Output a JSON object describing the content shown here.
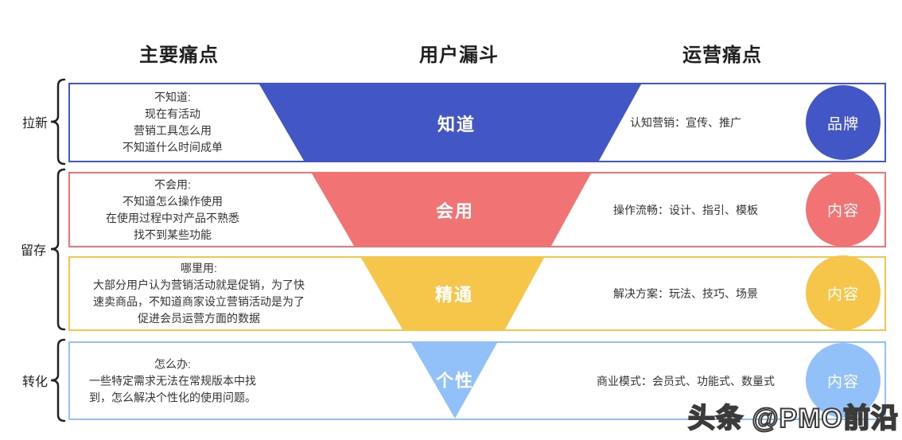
{
  "headers": {
    "main_pain": "主要痛点",
    "funnel": "用户漏斗",
    "ops_pain": "运营痛点"
  },
  "stages": [
    {
      "label": "拉新"
    },
    {
      "label": "留存"
    },
    {
      "label": "转化"
    }
  ],
  "rows": [
    {
      "pain": "不知道:\n现在有活动\n营销工具怎么用\n不知道什么时间成单",
      "funnel_label": "知道",
      "ops": "认知营销：宣传、推广",
      "badge": "品牌",
      "color": "#4356C6"
    },
    {
      "pain": "不会用:\n不知道怎么操作使用\n在使用过程中对产品不熟悉\n找不到某些功能",
      "funnel_label": "会用",
      "ops": "操作流畅：设计、指引、模板",
      "badge": "内容",
      "color": "#F17373"
    },
    {
      "pain": "哪里用:\n大部分用户认为营销活动就是促销，为了快\n速卖商品，不知道商家设立营销活动是为了\n促进会员运营方面的数据",
      "funnel_label": "精通",
      "ops": "解决方案：玩法、技巧、场景",
      "badge": "内容",
      "color": "#F6C64B"
    },
    {
      "pain": "怎么办:\n一些特定需求无法在常规版本中找\n到，怎么解决个性化的使用问题。",
      "funnel_label": "个性",
      "ops": "商业模式：会员式、功能式、数量式",
      "badge": "内容",
      "color": "#92C0F8"
    }
  ],
  "watermark": "头条 @PMO前沿"
}
